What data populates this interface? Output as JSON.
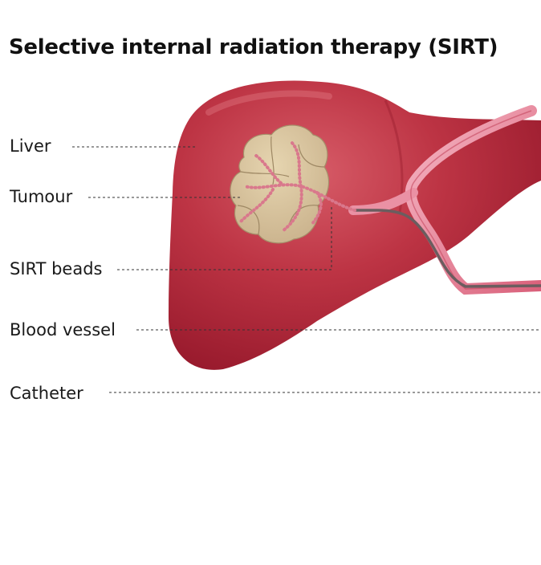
{
  "title": "Selective internal radiation therapy (SIRT)",
  "labels": {
    "liver": "Liver",
    "tumour": "Tumour",
    "sirt_beads": "SIRT beads",
    "blood_vessel": "Blood vessel",
    "catheter": "Catheter"
  },
  "colors": {
    "liver": "#b52a3c",
    "tumour": "#d8c49c",
    "vessel": "#e5798f",
    "catheter": "#6b5d5f",
    "beads": "#a0283c",
    "leader_line": "#333333"
  }
}
